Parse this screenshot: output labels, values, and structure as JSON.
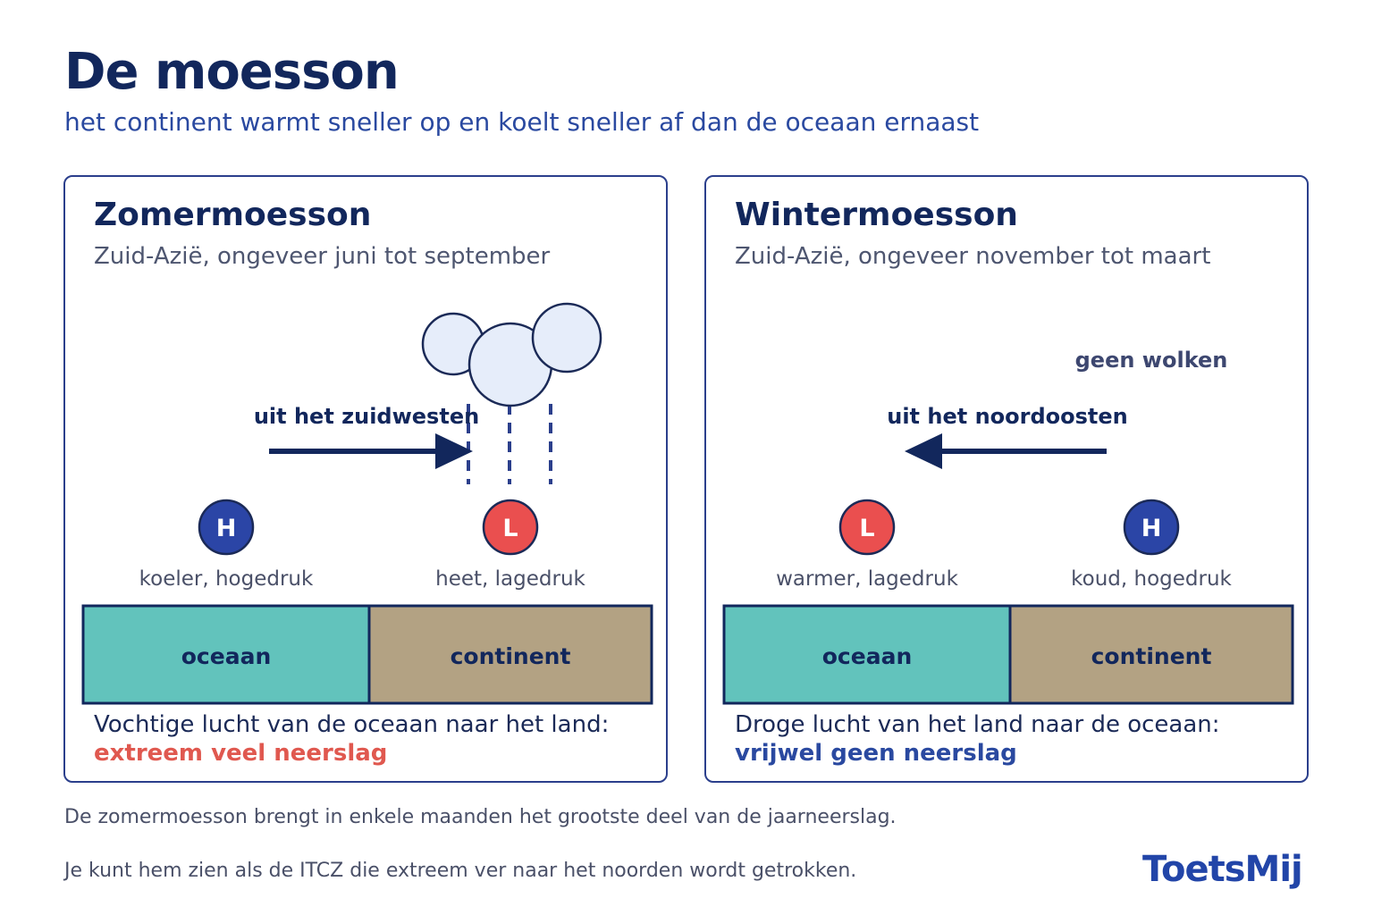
{
  "title": "De moesson",
  "subtitle": "het continent warmt sneller op en koelt sneller af dan de oceaan ernaast",
  "summer": {
    "title": "Zomermoesson",
    "subtitle": "Zuid-Azië, ongeveer juni tot september",
    "wind_label": "uit het zuidwesten",
    "left_system": {
      "letter": "H",
      "label": "koeler, hogedruk"
    },
    "right_system": {
      "letter": "L",
      "label": "heet, lagedruk"
    },
    "ocean_label": "oceaan",
    "continent_label": "continent",
    "note": "Vochtige lucht van de oceaan naar het land:",
    "highlight": "extreem veel neerslag"
  },
  "winter": {
    "title": "Wintermoesson",
    "subtitle": "Zuid-Azië, ongeveer november tot maart",
    "cloud_label": "geen wolken",
    "wind_label": "uit het noordoosten",
    "left_system": {
      "letter": "L",
      "label": "warmer, lagedruk"
    },
    "right_system": {
      "letter": "H",
      "label": "koud, hogedruk"
    },
    "ocean_label": "oceaan",
    "continent_label": "continent",
    "note": "Droge lucht van het land naar de oceaan:",
    "highlight": "vrijwel geen neerslag"
  },
  "footer_1": "De zomermoesson brengt in enkele maanden het grootste deel van de jaarneerslag.",
  "footer_2": "Je kunt hem zien als de ITCZ die extreem ver naar het noorden wordt getrokken.",
  "logo": "ToetsMij",
  "colors": {
    "navy": "#12275c",
    "high_pressure": "#2b45a6",
    "low_pressure": "#ea4f4f",
    "ocean": "#62c3bc",
    "continent": "#b3a283",
    "cloud": "#e6edfa",
    "highlight_red": "#e0584f",
    "highlight_blue": "#2a49a0"
  }
}
